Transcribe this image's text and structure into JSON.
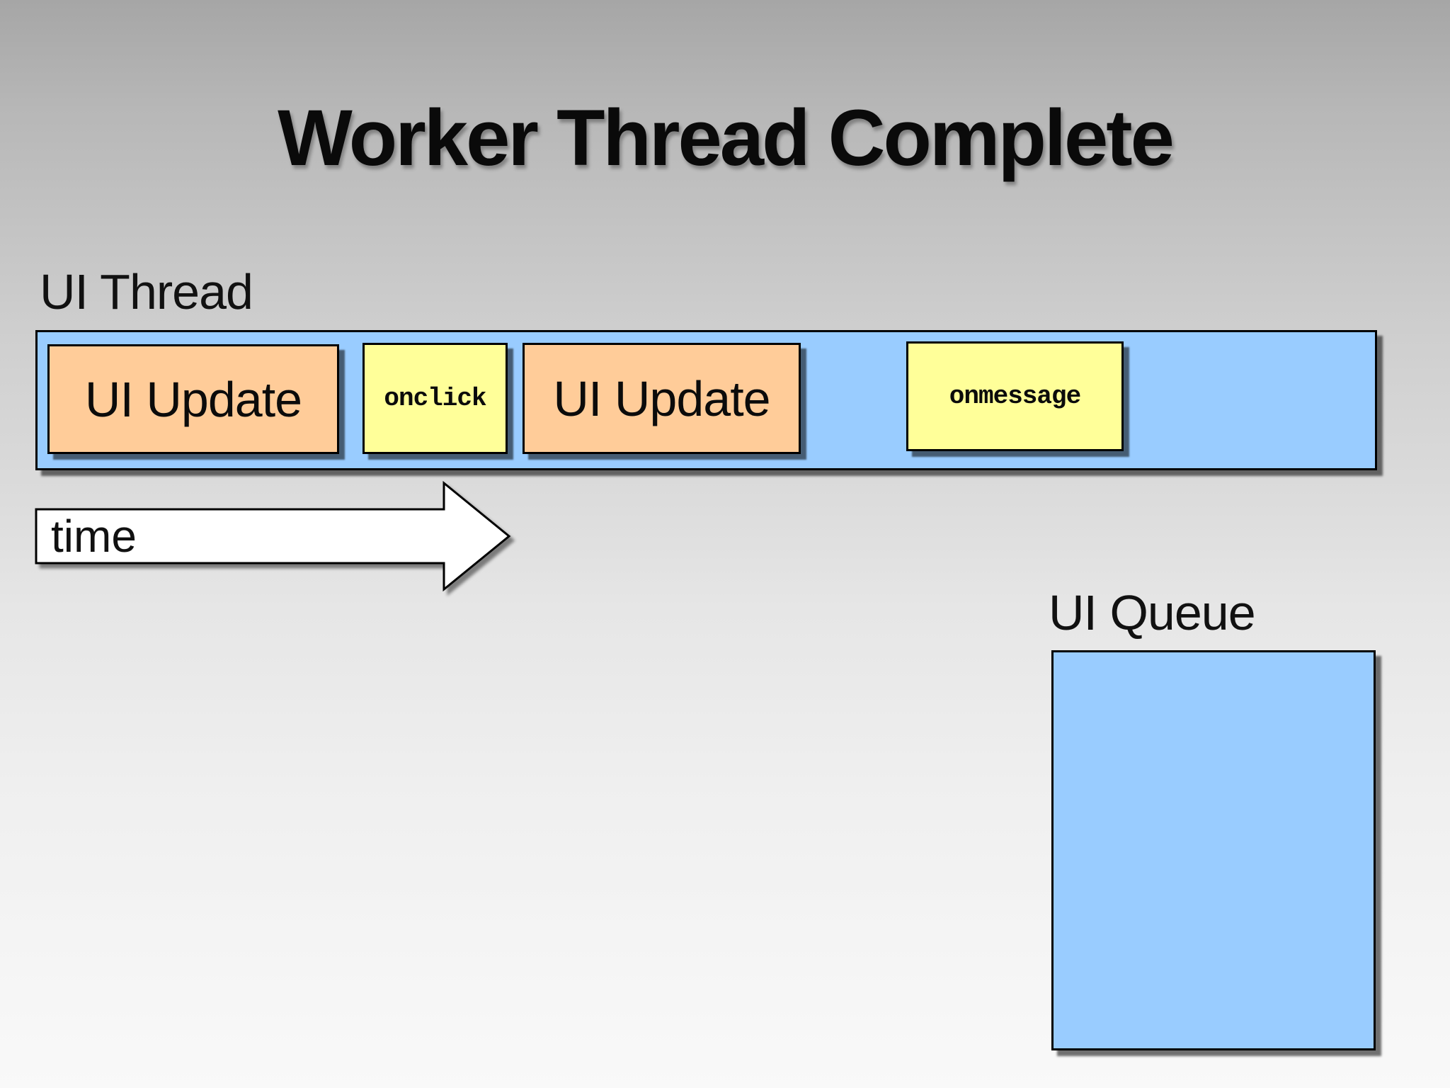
{
  "slide": {
    "title": "Worker Thread Complete",
    "labels": {
      "thread": "UI Thread",
      "queue": "UI Queue",
      "time": "time"
    },
    "thread_bar": {
      "blocks": [
        {
          "label": "UI Update",
          "kind": "task"
        },
        {
          "label": "onclick",
          "kind": "handler"
        },
        {
          "label": "UI Update",
          "kind": "task"
        },
        {
          "label": "onmessage",
          "kind": "handler"
        }
      ]
    },
    "ui_queue": {
      "items": []
    },
    "colors": {
      "bar_fill": "#99CCFF",
      "task_fill": "#FFCC99",
      "handler_fill": "#FFFF99",
      "arrow_fill": "#FFFFFF",
      "outline": "#000000"
    }
  }
}
